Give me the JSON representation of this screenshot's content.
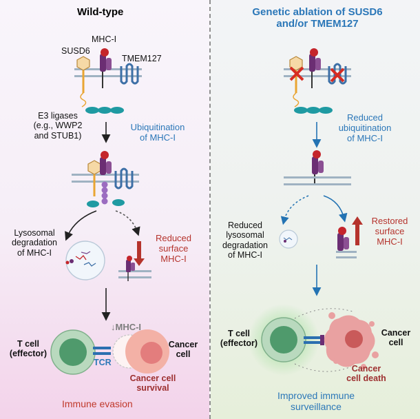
{
  "wild_type": {
    "title": "Wild-type",
    "susd6_label": "SUSD6",
    "mhc_label": "MHC-I",
    "tmem_label": "TMEM127",
    "e3_line1": "E3 ligases",
    "e3_line2": "(e.g., WWP2",
    "e3_line3": "and STUB1)",
    "ubiq_line1": "Ubiquitination",
    "ubiq_line2": "of MHC-I",
    "lyso_line1": "Lysosomal",
    "lyso_line2": "degradation",
    "lyso_line3": "of MHC-I",
    "reduced_line1": "Reduced",
    "reduced_line2": "surface",
    "reduced_line3": "MHC-I",
    "down_mhc": "↓MHC-I",
    "tcell_line1": "T cell",
    "tcell_line2": "(effector)",
    "tcr": "TCR",
    "cancer_line1": "Cancer",
    "cancer_line2": "cell",
    "survival_line1": "Cancer cell",
    "survival_line2": "survival",
    "outcome": "Immune evasion"
  },
  "ablation": {
    "title_line1": "Genetic ablation of SUSD6",
    "title_line2": "and/or TMEM127",
    "reduced_ubiq_line1": "Reduced",
    "reduced_ubiq_line2": "ubiquitination",
    "reduced_ubiq_line3": "of MHC-I",
    "reduced_lyso_line1": "Reduced",
    "reduced_lyso_line2": "lysosomal",
    "reduced_lyso_line3": "degradation",
    "reduced_lyso_line4": "of MHC-I",
    "restored_line1": "Restored",
    "restored_line2": "surface",
    "restored_line3": "MHC-I",
    "tcell_line1": "T cell",
    "tcell_line2": "(effector)",
    "cancer_line1": "Cancer",
    "cancer_line2": "cell",
    "death_line1": "Cancer",
    "death_line2": "cell death",
    "outcome_line1": "Improved immune",
    "outcome_line2": "surveillance"
  },
  "colors": {
    "membrane": "#9fb2c2",
    "mhc": "#6b2e73",
    "peptide": "#c4252b",
    "tmem": "#3d6fa6",
    "susd6": "#e9a533",
    "e3_ligase": "#1f9aa2",
    "ubiquitin": "#9b6cc0",
    "tcell": "#4f9a6c",
    "cancer": "#e37d7d",
    "blue_text": "#2b77b8",
    "red_text": "#b5332c"
  }
}
